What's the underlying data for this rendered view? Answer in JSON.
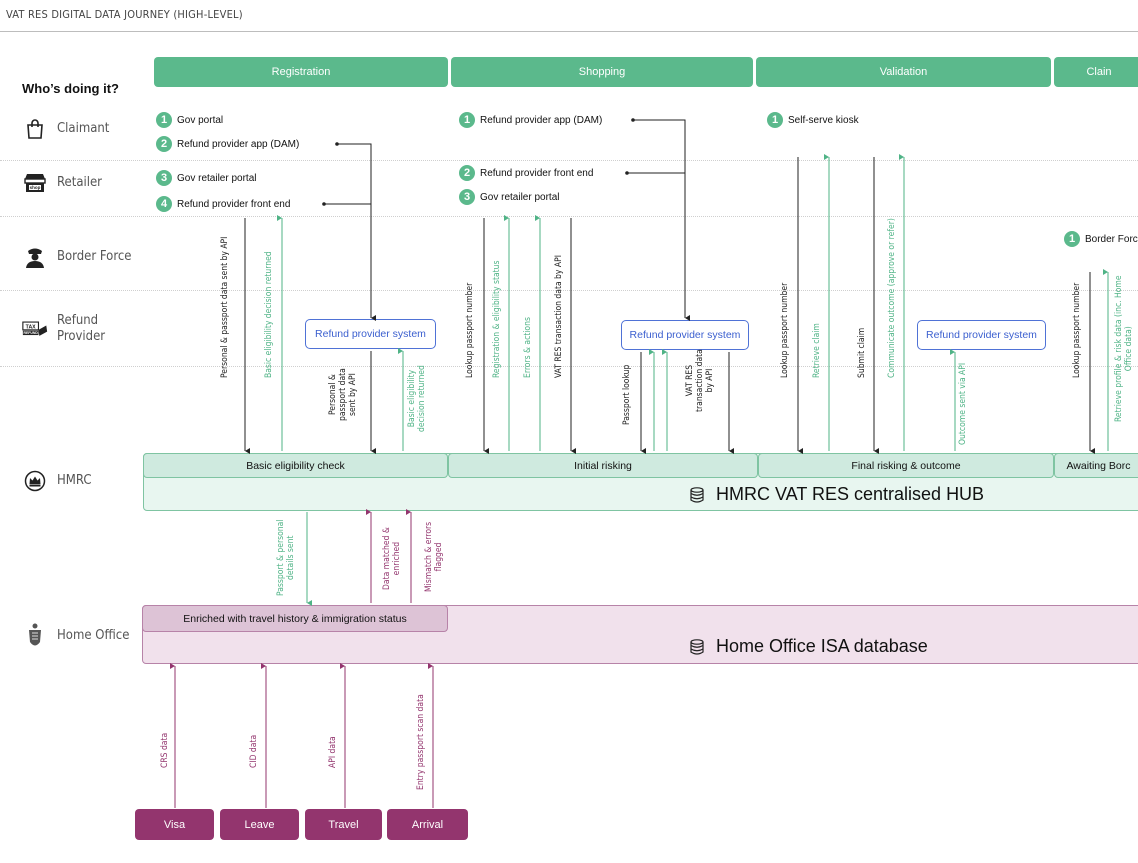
{
  "title": "VAT RES DIGITAL DATA JOURNEY (HIGH-LEVEL)",
  "who_label": "Who’s doing it?",
  "phases": [
    "Registration",
    "Shopping",
    "Validation",
    "Clain"
  ],
  "actors": {
    "claimant": "Claimant",
    "retailer": "Retailer",
    "border_force": "Border Force",
    "refund_provider_1": "Refund",
    "refund_provider_2": "Provider",
    "hmrc": "HMRC",
    "home_office": "Home Office"
  },
  "icons": {
    "claimant": "shopping-bag-icon",
    "retailer": "shop-icon",
    "border_force": "officer-icon",
    "refund_provider": "tax-refund-icon",
    "hmrc": "crown-icon",
    "home_office": "crest-icon",
    "database": "database-icon"
  },
  "colors": {
    "green": "#5bb98c",
    "blue": "#4f72d6",
    "magenta": "#93356e"
  },
  "registration": {
    "steps": [
      {
        "num": "1",
        "label": "Gov portal"
      },
      {
        "num": "2",
        "label": "Refund provider app (DAM)"
      },
      {
        "num": "3",
        "label": "Gov retailer portal"
      },
      {
        "num": "4",
        "label": "Refund provider front end"
      }
    ],
    "system": "Refund provider system",
    "flows": {
      "f1": "Personal & passport data sent by API",
      "f2": "Basic eligibility decision returned",
      "f3_1": "Personal &",
      "f3_2": "passport data",
      "f3_3": "sent by API",
      "f4_1": "Basic eligibility",
      "f4_2": "decision returned"
    },
    "bar": "Basic eligibility check"
  },
  "shopping": {
    "steps": [
      {
        "num": "1",
        "label": "Refund provider app (DAM)"
      },
      {
        "num": "2",
        "label": "Refund provider front end"
      },
      {
        "num": "3",
        "label": "Gov retailer portal"
      }
    ],
    "system": "Refund provider system",
    "flows": {
      "f1": "Lookup passport number",
      "f2": "Registration & eligibility status",
      "f3": "Errors & actions",
      "f4": "VAT RES transaction data by API",
      "f5": "Passport lookup",
      "f6_1": "VAT RES",
      "f6_2": "transaction data",
      "f6_3": "by API"
    },
    "bar": "Initial risking"
  },
  "validation": {
    "steps": [
      {
        "num": "1",
        "label": "Self-serve kiosk"
      }
    ],
    "system": "Refund provider system",
    "flows": {
      "f1": "Lookup passport number",
      "f2": "Retrieve claim",
      "f3": "Submit claim",
      "f4": "Communicate outcome (approve or refer)",
      "f5": "Outcome sent via API"
    },
    "bar": "Final risking & outcome"
  },
  "claim": {
    "steps": [
      {
        "num": "1",
        "label": "Border Forc"
      }
    ],
    "flows": {
      "f1": "Lookup passport number",
      "f2_1": "Retrieve profile & risk data (inc. Home",
      "f2_2": "Office data)"
    },
    "bar": "Awaiting Borc"
  },
  "hmrc_hub": "HMRC VAT RES centralised HUB",
  "home_office_flows": {
    "f1_1": "Passport & personal",
    "f1_2": "details sent",
    "f2_1": "Data matched &",
    "f2_2": "enriched",
    "f3_1": "Mismatch & errors",
    "f3_2": "flagged"
  },
  "home_office_bar": "Enriched with travel history & immigration status",
  "home_office_db": "Home Office ISA database",
  "source_flows": {
    "s1": "CRS data",
    "s2": "CID data",
    "s3": "API data",
    "s4": "Entry passport scan data"
  },
  "sources": [
    "Visa",
    "Leave",
    "Travel",
    "Arrival"
  ]
}
